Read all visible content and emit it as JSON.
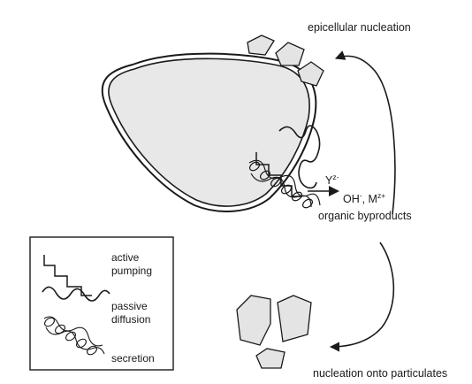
{
  "labels": {
    "epicellular_nucleation": "epicellular nucleation",
    "nucleation_onto_particulates": "nucleation onto particulates",
    "anion_base": "Y",
    "anion_charge": "z-",
    "hydroxide_base": "OH",
    "hydroxide_charge": "-",
    "metal_separator": ", M",
    "metal_charge": "z+",
    "organic_byproducts": "organic byproducts"
  },
  "legend": {
    "active_line1": "active",
    "active_line2": "pumping",
    "passive_line1": "passive",
    "passive_line2": "diffusion",
    "secretion": "secretion"
  },
  "icons": {
    "active": "zigzag-staircase-icon",
    "passive": "wavy-line-icon",
    "secretion": "helix-chain-icon"
  }
}
